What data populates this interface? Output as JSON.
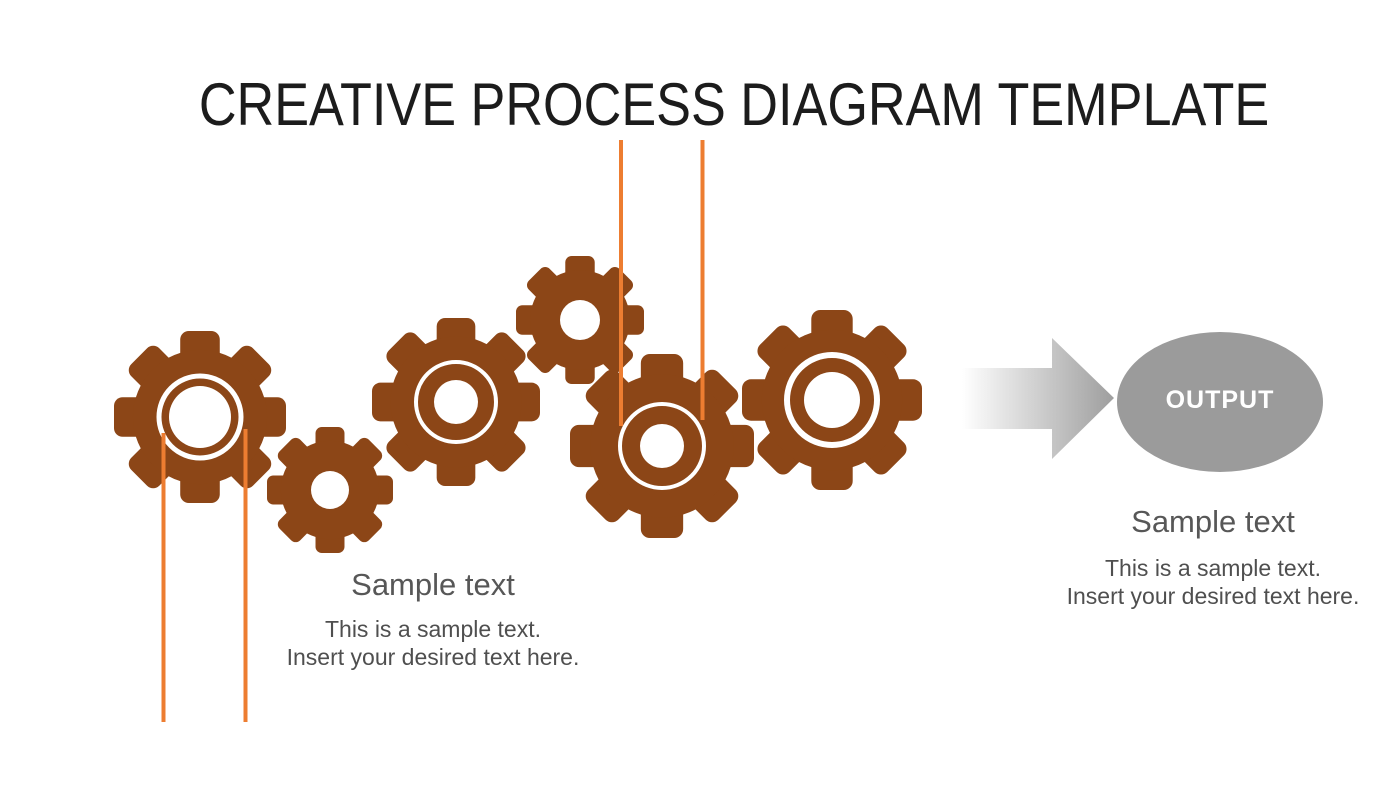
{
  "title": "CREATIVE PROCESS DIAGRAM TEMPLATE",
  "output": {
    "label": "OUTPUT"
  },
  "captions": {
    "left": {
      "heading": "Sample text",
      "line1": "This is a sample text.",
      "line2": "Insert your desired text here."
    },
    "right": {
      "heading": "Sample text",
      "line1": "This is a sample text.",
      "line2": "Insert your desired text here."
    }
  },
  "icons": {
    "gear": "gear-icon",
    "arrow": "arrow-right-icon",
    "output_shape": "output-ellipse",
    "connector": "connector-line"
  },
  "colors": {
    "background": "#ffffff",
    "gear_brown": "#8c4617",
    "accent_orange": "#ed7d31",
    "ellipse_gray": "#9b9b9b",
    "arrow_gradient_start": "#ffffff",
    "arrow_gradient_end": "#9e9e9e",
    "title_text": "#1c1c1c",
    "caption_heading_text": "#575757",
    "caption_body_text": "#4f4f4f",
    "output_text": "#ffffff"
  }
}
